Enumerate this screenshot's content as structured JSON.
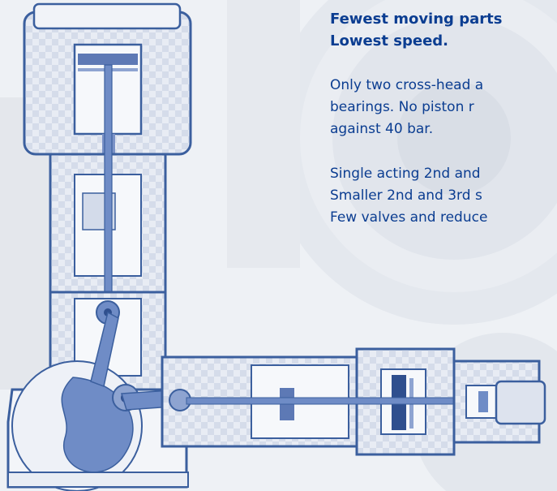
{
  "text": {
    "heading_line1": "Fewest moving parts",
    "heading_line2": "Lowest speed.",
    "para1_line1": "Only two cross-head a",
    "para1_line2": "bearings.  No piston r",
    "para1_line3": "against 40 bar.",
    "para2_line1": "Single acting 2nd and",
    "para2_line2": "Smaller 2nd and 3rd s",
    "para2_line3": "Few valves and reduce"
  },
  "colors": {
    "text": "#0b3d91",
    "outline": "#3b5f9e",
    "metal": "#6f8cc6",
    "background": "#f2f4f7"
  }
}
